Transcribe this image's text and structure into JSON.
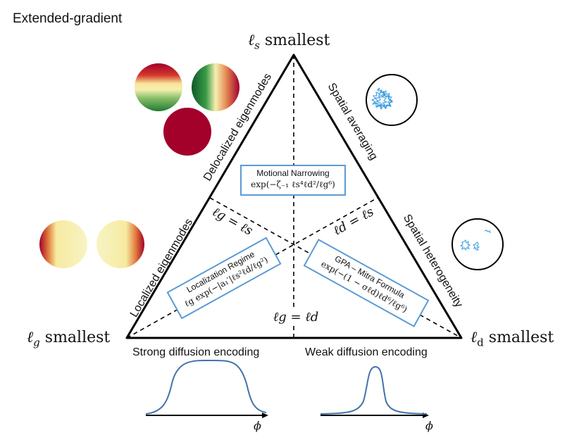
{
  "title": "Extended-gradient",
  "vertices": {
    "top": {
      "symbol": "ℓ",
      "sub": "s",
      "text": "smallest"
    },
    "left": {
      "symbol": "ℓ",
      "sub": "g",
      "text": "smallest"
    },
    "right": {
      "symbol": "ℓ",
      "sub": "d",
      "text": "smallest"
    }
  },
  "edges": {
    "left_upper": "Delocalized eigenmodes",
    "left_lower": "Localized eigenmodes",
    "right_upper": "Spatial averaging",
    "right_lower": "Spatial heterogeneity",
    "bottom_left": "Strong diffusion encoding",
    "bottom_right": "Weak diffusion encoding"
  },
  "equalities": {
    "g_s": "ℓg = ℓs",
    "d_s": "ℓd = ℓs",
    "g_d": "ℓg = ℓd"
  },
  "regimes": {
    "motional": {
      "name": "Motional Narrowing",
      "formula": "exp(−ζ₋₁ ℓs⁴ℓd²/ℓg⁶)"
    },
    "localization": {
      "name": "Localization Regime",
      "formula": "ℓg exp(−|a₁′|ℓs²ℓd/ℓg²)"
    },
    "gpa": {
      "name": "GPA – Mitra Formula",
      "formula": "exp(−(1 − σℓd)ℓd⁶/ℓg⁶)"
    }
  },
  "axis_symbol": "ϕ",
  "colors": {
    "outline": "#000000",
    "box_border": "#5b9bd5",
    "curve": "#4472a8",
    "path": "#3399dd",
    "dark_red": "#a3002a",
    "cream": "#f5f0b0",
    "green": "#2b8a3e"
  }
}
